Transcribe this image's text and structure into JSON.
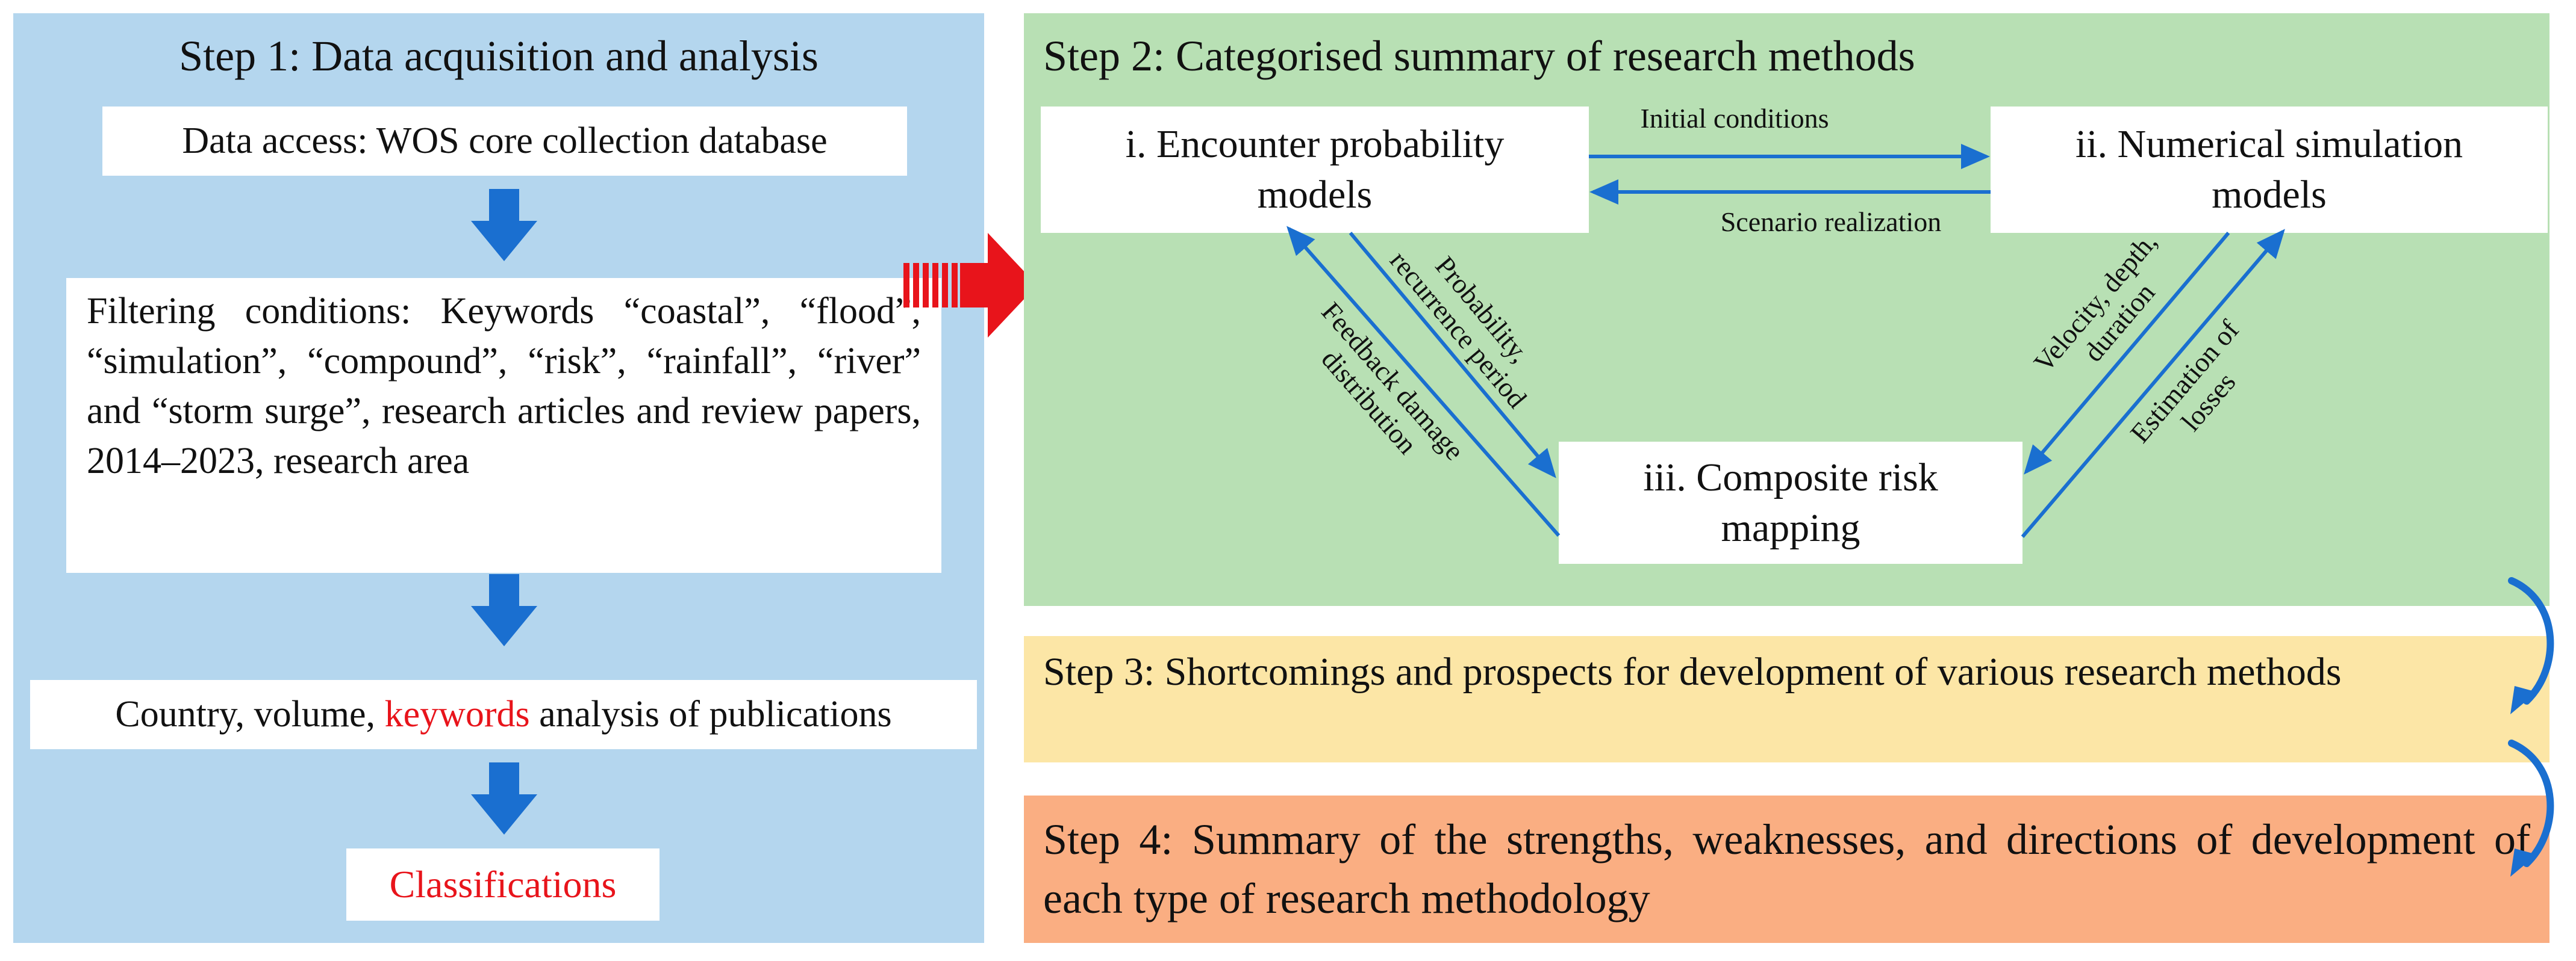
{
  "colors": {
    "step1_bg": "#b4d6ee",
    "step2_bg": "#b8e0b4",
    "step3_bg": "#fce6a6",
    "step4_bg": "#faae82",
    "arrow_blue": "#1a6fd0",
    "arrow_red": "#e8141b",
    "highlight_red": "#e8141b"
  },
  "step1": {
    "title": "Step 1: Data acquisition and analysis",
    "data_access": "Data access: WOS core collection database",
    "filtering": "Filtering conditions: Keywords “coastal”, “flood”, “simulation”, “compound”, “risk”, “rainfall”, “river” and “storm surge”, research articles and review papers, 2014–2023, research area",
    "analysis_pre": "Country, volume, ",
    "analysis_highlight": "keywords",
    "analysis_post": " analysis of publications",
    "classifications": "Classifications"
  },
  "step2": {
    "title": "Step 2: Categorised summary of research methods",
    "model_1": "i. Encounter probability models",
    "model_2": "ii. Numerical simulation models",
    "model_3": "iii. Composite risk mapping",
    "label_initial": "Initial conditions",
    "label_scenario": "Scenario realization",
    "label_probability_1": "Probability,",
    "label_probability_2": "recurrence period",
    "label_feedback_1": "Feedback damage",
    "label_feedback_2": "distribution",
    "label_velocity_1": "Velocity, depth,",
    "label_velocity_2": "duration",
    "label_losses_1": "Estimation of",
    "label_losses_2": "losses"
  },
  "step3": {
    "title": "Step 3: Shortcomings and prospects for development of various research methods"
  },
  "step4": {
    "title": "Step 4: Summary of the strengths, weaknesses, and directions of development of each type of research methodology"
  }
}
